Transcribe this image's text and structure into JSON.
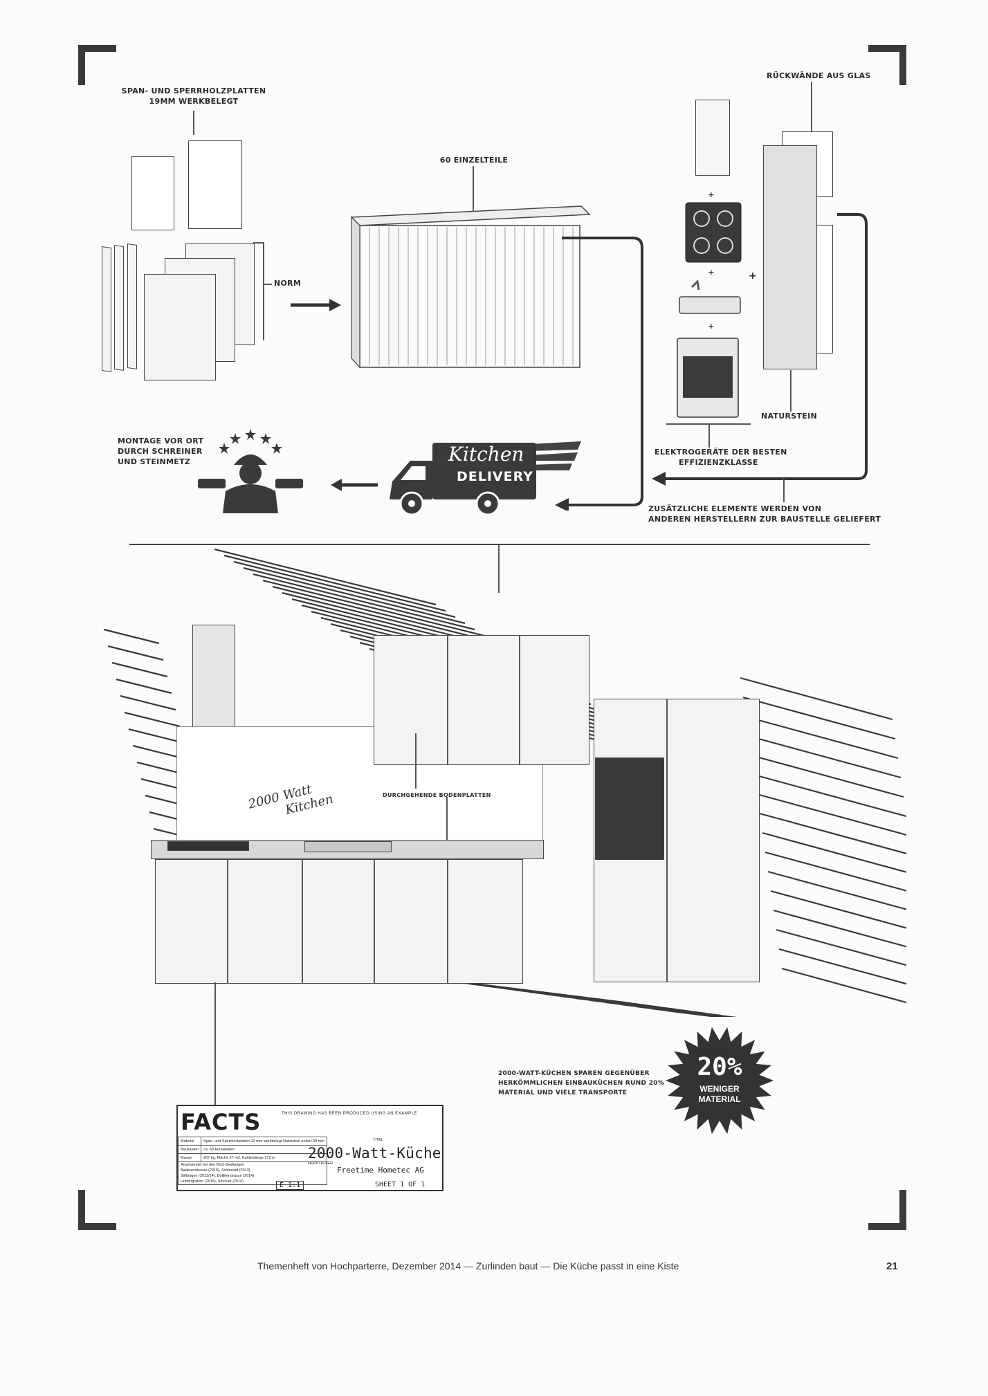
{
  "labels": {
    "boards": [
      "SPAN- UND SPERRHOLZPLATTEN",
      "19mm WERKBELEGT"
    ],
    "norm": "NORM",
    "parts": "60 EINZELTEILE",
    "glass": "RÜCKWÄNDE AUS GLAS",
    "stone": "NATURSTEIN",
    "appliances": [
      "ELEKTROGERÄTE DER BESTEN",
      "EFFIZIENZKLASSE"
    ],
    "extra": [
      "ZUSÄTZLICHE ELEMENTE WERDEN VON",
      "ANDEREN HERSTELLERN ZUR BAUSTELLE GELIEFERT"
    ],
    "assembly": [
      "MONTAGE VOR ORT",
      "DURCH SCHREINER",
      "UND STEINMETZ"
    ],
    "truck": [
      "Kitchen",
      "DELIVERY"
    ],
    "baseplates": "DURCHGEHENDE BODENPLATTEN",
    "kitchen_sign": [
      "2000 Watt",
      "Kitchen"
    ],
    "saving": [
      "2000-WATT-KÜCHEN SPAREN GEGENÜBER",
      "HERKÖMMLICHEN EINBAUKÜCHEN RUND 20%",
      "MATERIAL UND VIELE TRANSPORTE"
    ],
    "badge": [
      "20%",
      "WENIGER",
      "MATERIAL"
    ],
    "plus": "+"
  },
  "facts": {
    "heading": "FACTS",
    "note": "THIS DRAWING HAS BEEN PRODUCED USING AN EXAMPLE",
    "rows": [
      {
        "key": "Material",
        "value": "Span- und Sperrholzplatten 19 mm werkbelegt Naturstein poliert 30 mm"
      },
      {
        "key": "Baukasten",
        "value": "ca. 60 Einzelteilen"
      },
      {
        "key": "Masse",
        "value": "207 kg, Fläche 27 m2, Kantenlänge 172 m"
      }
    ],
    "applied": [
      "Angewendet bei den BGZ-Siedlungen",
      "Badenerstrasse (2010), Schleeoid (2013)",
      "Sihlbogen (2013/14), Dollikerstrasse (2014)",
      "Huttengraben (2015), Strickler (2016)"
    ],
    "title_key": "TITEL",
    "title": "2000-Watt-Küche",
    "maker_key": "HERSTELLER",
    "maker": "Freetime Hometec AG",
    "scale": "E 1:1",
    "sheet": "SHEET 1 OF 1"
  },
  "footer": {
    "text": "Themenheft von Hochparterre, Dezember 2014  —  Zurlinden baut  —  Die Küche passt in eine Kiste",
    "page": "21"
  }
}
